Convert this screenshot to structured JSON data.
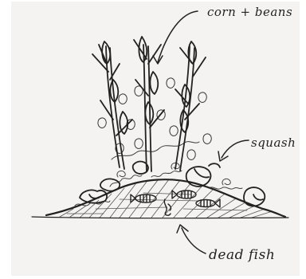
{
  "labels": {
    "corn_beans": "corn + beans",
    "squash": "squash",
    "dead_fish": "dead fish"
  },
  "colors": {
    "ink": "#222222",
    "paper": "#f4f3f1",
    "background": "#ffffff"
  }
}
